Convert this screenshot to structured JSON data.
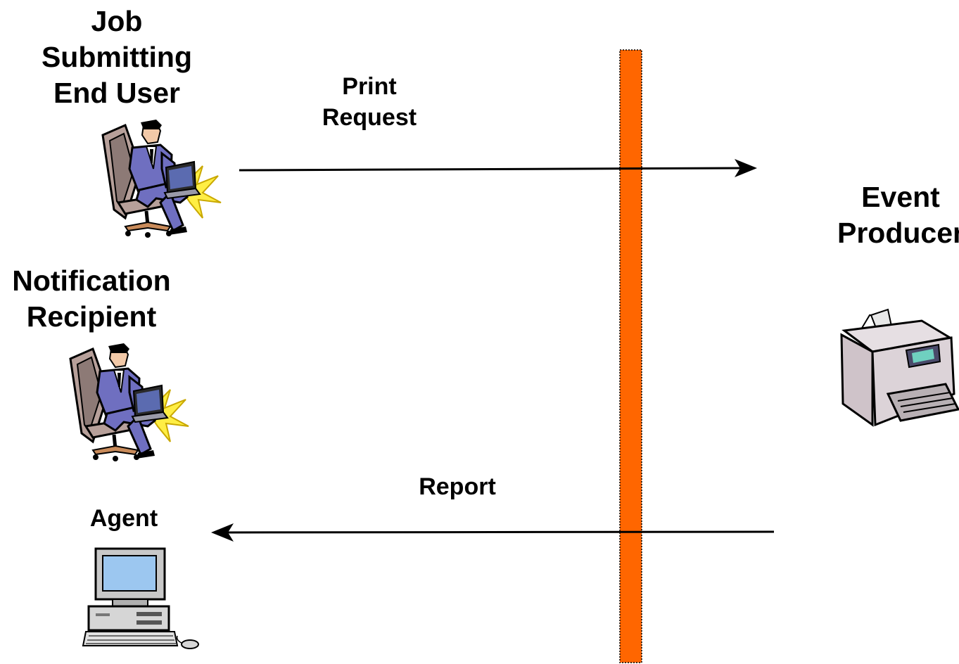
{
  "actors": {
    "job_submitter": {
      "lines": [
        "Job",
        "Submitting",
        "End User"
      ]
    },
    "notification_recipient": {
      "lines": [
        "Notification",
        "Recipient"
      ]
    },
    "agent": {
      "lines": [
        "Agent"
      ]
    },
    "event_producer": {
      "lines": [
        "Event",
        "Producer"
      ]
    }
  },
  "messages": {
    "print_request": {
      "lines": [
        "Print",
        "Request"
      ]
    },
    "report": {
      "lines": [
        "Report"
      ]
    }
  },
  "colors": {
    "bar": "#ff6600",
    "arrow": "#000000",
    "suit": "#6f6fc0",
    "chair": "#b7a09a",
    "monitor_screen": "#9cc7f0",
    "printer_body": "#dcd3d8",
    "flash": "#ffee44"
  }
}
